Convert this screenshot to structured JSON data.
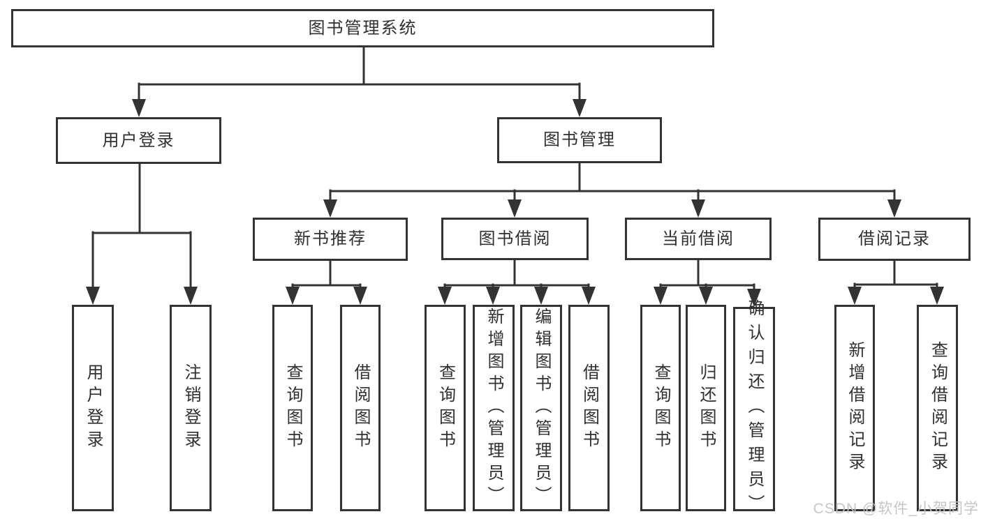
{
  "diagram": {
    "type": "hierarchy-tree",
    "root": {
      "label": "图书管理系统",
      "children": [
        {
          "label": "用户登录",
          "children": [
            {
              "label": "用户登录"
            },
            {
              "label": "注销登录"
            }
          ]
        },
        {
          "label": "图书管理",
          "children": [
            {
              "label": "新书推荐",
              "children": [
                {
                  "label": "查询图书"
                },
                {
                  "label": "借阅图书"
                }
              ]
            },
            {
              "label": "图书借阅",
              "children": [
                {
                  "label": "查询图书"
                },
                {
                  "label": "新增图书（管理员）"
                },
                {
                  "label": "编辑图书（管理员）"
                },
                {
                  "label": "借阅图书"
                }
              ]
            },
            {
              "label": "当前借阅",
              "children": [
                {
                  "label": "查询图书"
                },
                {
                  "label": "归还图书"
                },
                {
                  "label": "确认归还（管理员）"
                }
              ]
            },
            {
              "label": "借阅记录",
              "children": [
                {
                  "label": "新增借阅记录"
                },
                {
                  "label": "查询借阅记录"
                }
              ]
            }
          ]
        }
      ]
    }
  },
  "watermark": "CSDN @软件_小贺同学",
  "colors": {
    "line": "#333333",
    "box_border": "#333333",
    "box_fill": "#ffffff",
    "text": "#303030",
    "watermark": "#c3c3c3"
  }
}
